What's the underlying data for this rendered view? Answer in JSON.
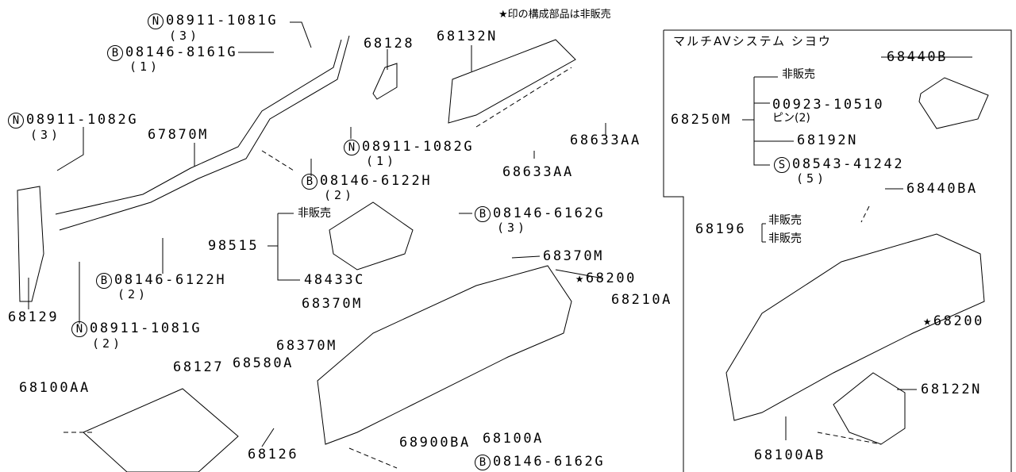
{
  "note": "★印の構成部品は非販売",
  "inset_title": "マルチAVシステム シヨウ",
  "symbols": {
    "N": "N",
    "B": "B",
    "S": "S"
  },
  "labels": {
    "n08911_1081g_3": "08911-1081G",
    "n08911_1081g_3_qty": "(3)",
    "b08146_8161g": "08146-8161G",
    "b08146_8161g_qty": "(1)",
    "p68128": "68128",
    "p68132n": "68132N",
    "n08911_1082g_3": "08911-1082G",
    "n08911_1082g_3_qty": "(3)",
    "p67870m": "67870M",
    "n08911_1082g_1": "08911-1082G",
    "n08911_1082g_1_qty": "(1)",
    "p68633aa_a": "68633AA",
    "p68633aa_b": "68633AA",
    "b08146_6122h_a": "08146-6122H",
    "b08146_6122h_a_qty": "(2)",
    "nonsale_a": "非販売",
    "b08146_6162g_a": "08146-6162G",
    "b08146_6162g_a_qty": "(3)",
    "p98515": "98515",
    "p68370m_a": "68370M",
    "p68200_a": "★68200",
    "p48433c": "48433C",
    "b08146_6122h_b": "08146-6122H",
    "b08146_6122h_b_qty": "(2)",
    "p68370m_b": "68370M",
    "p68210a": "68210A",
    "p68129": "68129",
    "n08911_1081g_2": "08911-1081G",
    "n08911_1081g_2_qty": "(2)",
    "p68370m_c": "68370M",
    "p68127": "68127",
    "p68580a": "68580A",
    "p68100aa": "68100AA",
    "p68100a": "68100A",
    "p68900ba": "68900BA",
    "p68126": "68126",
    "b08146_6162g_b": "08146-6162G",
    "p68440b": "68440B",
    "nonsale_b": "非販売",
    "p68250m": "68250M",
    "p00923_10510": "00923-10510",
    "pin_qty": "ピン(2)",
    "p68192n": "68192N",
    "s08543_41242": "08543-41242",
    "s08543_41242_qty": "(5)",
    "p68440ba": "68440BA",
    "p68196": "68196",
    "nonsale_c": "非販売",
    "nonsale_d": "非販売",
    "p68200_b": "★68200",
    "p68122n": "68122N",
    "p68100ab": "68100AB"
  }
}
